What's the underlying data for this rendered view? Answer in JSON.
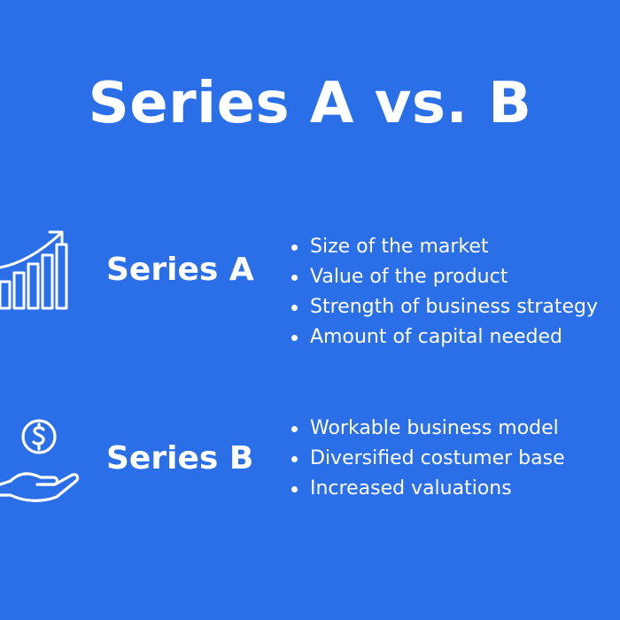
{
  "title": "Series A vs. B",
  "background_color": "#2b6fe8",
  "text_color": "#ffffff",
  "series_a": {
    "label": "Series A",
    "icon": "growth-chart-icon",
    "items": [
      "Size of the market",
      "Value of the product",
      "Strength of business strategy",
      "Amount of capital needed"
    ]
  },
  "series_b": {
    "label": "Series B",
    "icon": "money-hand-icon",
    "items": [
      "Workable business model",
      "Diversified costumer base",
      "Increased valuations"
    ]
  }
}
